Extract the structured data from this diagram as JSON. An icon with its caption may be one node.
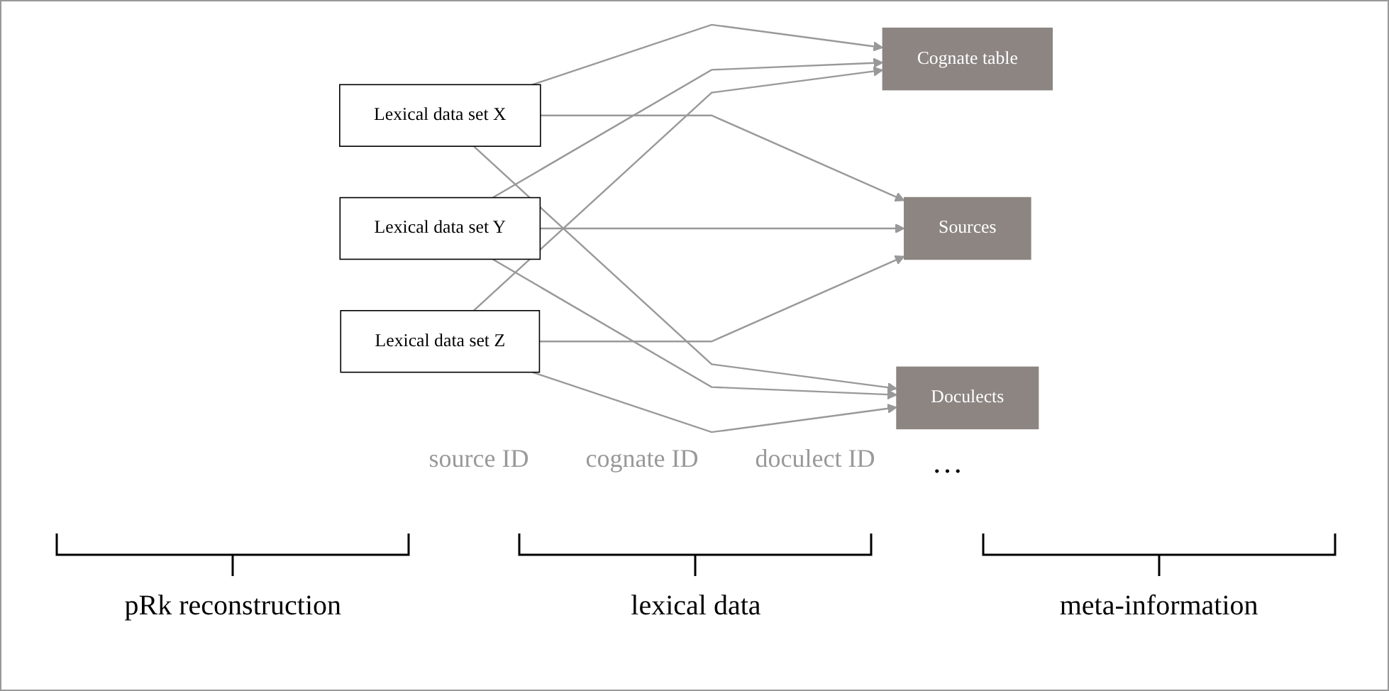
{
  "diagram": {
    "nodes": [
      {
        "text": [
          "Cognate table"
        ]
      },
      {
        "text": [
          "Lexical data set X"
        ]
      },
      {
        "text": [
          "Lexical data set Y"
        ]
      },
      {
        "text": [
          "Lexical data set Z"
        ]
      },
      {
        "text": [
          "Sources"
        ]
      },
      {
        "text": [
          "Doculects"
        ]
      }
    ],
    "edges": [
      {
        "from": 1,
        "to": 0,
        "arrow": "to"
      },
      {
        "from": 2,
        "to": 0,
        "arrow": "to"
      },
      {
        "from": 3,
        "to": 0,
        "arrow": "to"
      },
      {
        "from": 1,
        "to": 4,
        "arrow": "to"
      },
      {
        "from": 2,
        "to": 4,
        "arrow": "to"
      },
      {
        "from": 3,
        "to": 4,
        "arrow": "to"
      },
      {
        "from": 1,
        "to": 5,
        "arrow": "to"
      },
      {
        "from": 2,
        "to": 5,
        "arrow": "to"
      },
      {
        "from": 3,
        "to": 5,
        "arrow": "to"
      }
    ],
    "labels": [
      "source ID",
      "cognate ID",
      "doculect ID",
      "…",
      "pRk reconstruction",
      "lexical data",
      "meta-information"
    ]
  }
}
